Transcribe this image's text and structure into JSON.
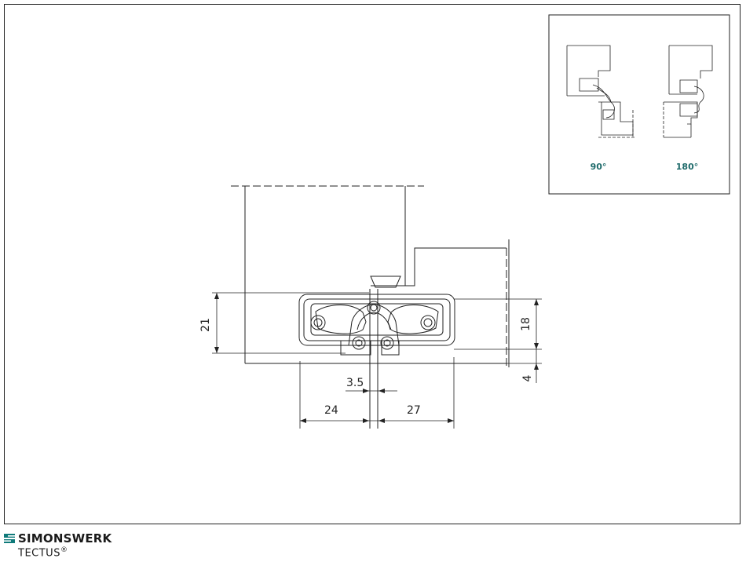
{
  "diagram": {
    "dimensions": {
      "gap": "3.5",
      "left_offset": "24",
      "right_offset": "27",
      "total_height": "21",
      "body_height": "18",
      "reveal": "4"
    },
    "inset": {
      "label_90": "90°",
      "label_180": "180°"
    }
  },
  "colors": {
    "line": "#222222",
    "accent": "#1f6b6b",
    "logo": "#0f7a7a"
  },
  "footer": {
    "brand": "SIMONSWERK",
    "product": "TECTUS",
    "registered": "®"
  }
}
